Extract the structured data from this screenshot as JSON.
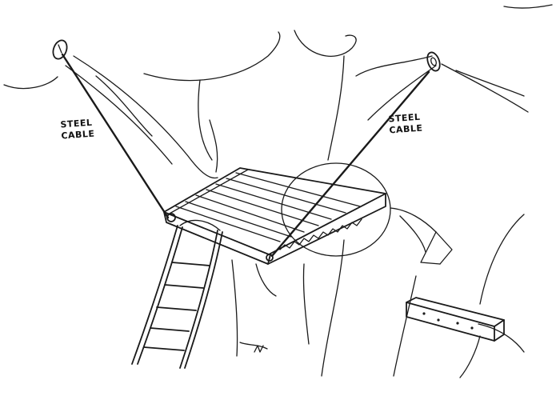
{
  "labels": {
    "left_cable": {
      "line1": "STEEL",
      "line2": "CABLE"
    },
    "right_cable": {
      "line1": "STEEL",
      "line2": "CABLE"
    }
  }
}
